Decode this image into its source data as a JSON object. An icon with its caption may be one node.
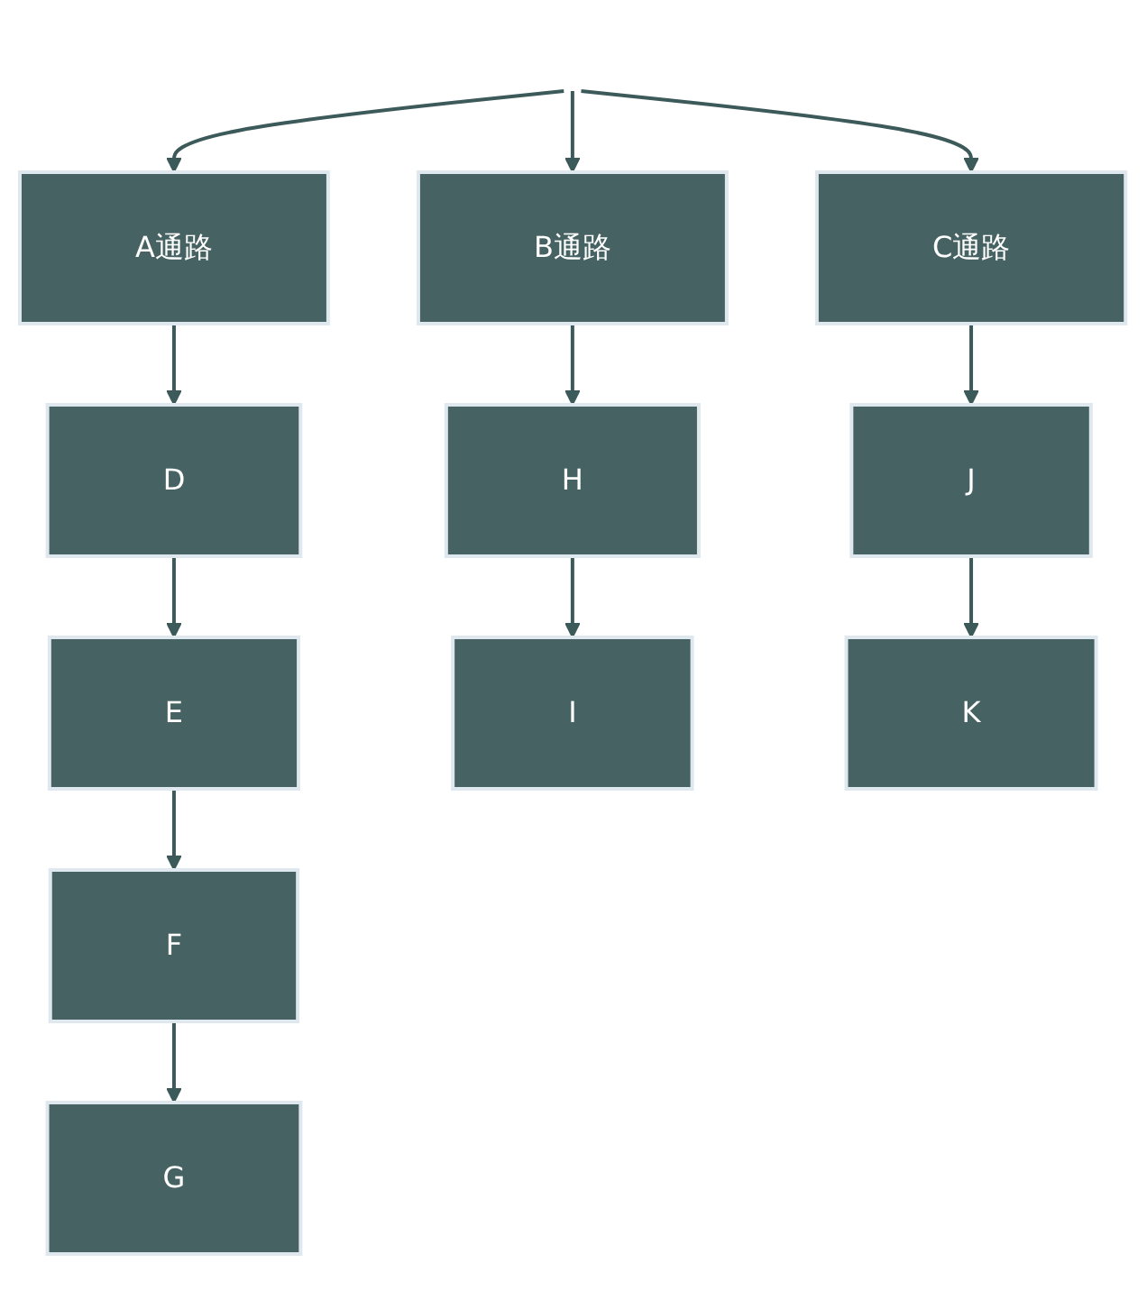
{
  "diagram": {
    "nodes": [
      {
        "text": [
          "A通路"
        ]
      },
      {
        "text": [
          "B通路"
        ]
      },
      {
        "text": [
          "C通路"
        ]
      },
      {
        "text": [
          "D"
        ]
      },
      {
        "text": [
          "H"
        ]
      },
      {
        "text": [
          "J"
        ]
      },
      {
        "text": [
          "E"
        ]
      },
      {
        "text": [
          "I"
        ]
      },
      {
        "text": [
          "K"
        ]
      },
      {
        "text": [
          "F"
        ]
      },
      {
        "text": [
          "G"
        ]
      }
    ],
    "edges": [
      {
        "from": null,
        "to": 0,
        "arrow": "to"
      },
      {
        "from": null,
        "to": 1,
        "arrow": "to"
      },
      {
        "from": null,
        "to": 2,
        "arrow": "to"
      },
      {
        "from": 0,
        "to": 3,
        "arrow": "to"
      },
      {
        "from": 3,
        "to": 6,
        "arrow": "to"
      },
      {
        "from": 6,
        "to": 9,
        "arrow": "to"
      },
      {
        "from": 9,
        "to": 10,
        "arrow": "to"
      },
      {
        "from": 1,
        "to": 4,
        "arrow": "to"
      },
      {
        "from": 4,
        "to": 7,
        "arrow": "to"
      },
      {
        "from": 2,
        "to": 5,
        "arrow": "to"
      },
      {
        "from": 5,
        "to": 8,
        "arrow": "to"
      }
    ]
  }
}
